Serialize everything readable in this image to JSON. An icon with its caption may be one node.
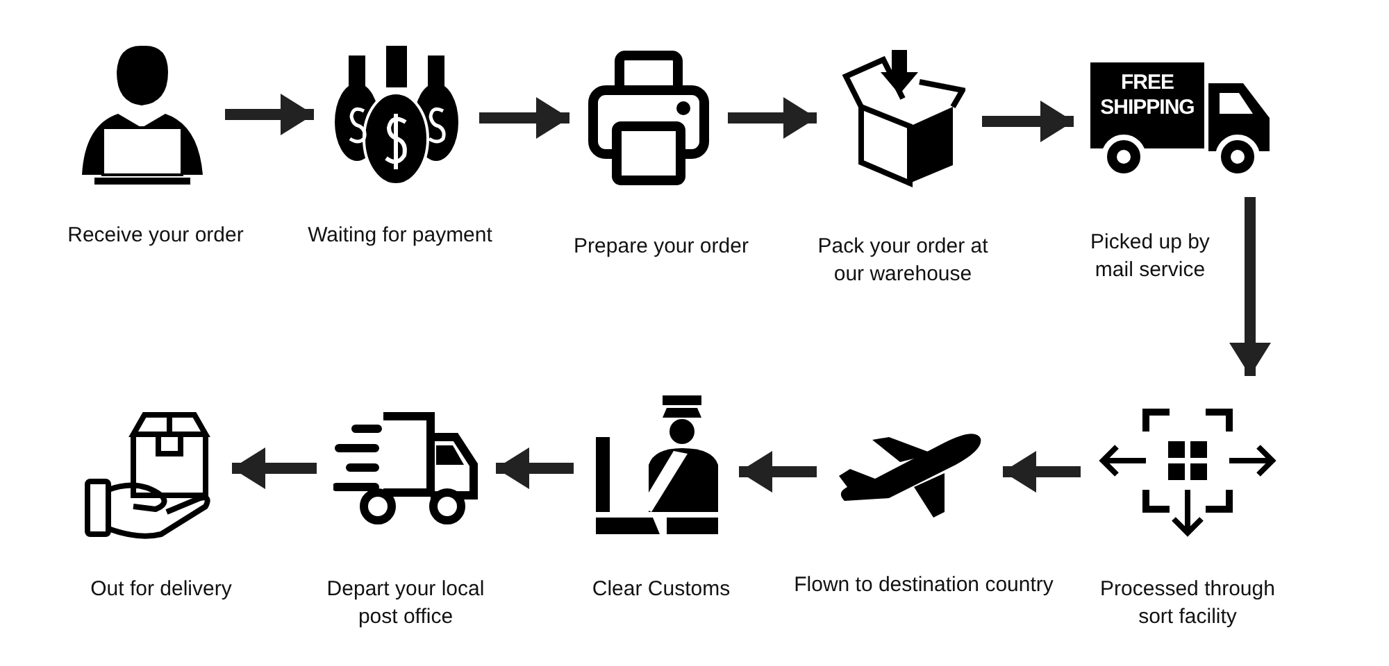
{
  "diagram": {
    "nodes": [
      {
        "text": [],
        "shape": "picture",
        "beside": [
          "Receive your order"
        ]
      },
      {
        "text": [],
        "shape": "picture",
        "beside": [
          "Waiting for payment"
        ]
      },
      {
        "text": [],
        "shape": "picture",
        "beside": [
          "Prepare your order"
        ]
      },
      {
        "text": [],
        "shape": "picture",
        "beside": [
          "Pack your order at our warehouse"
        ]
      },
      {
        "text": [
          "FREE SHIPPING"
        ],
        "beside": [
          "Picked up by mail service"
        ]
      },
      {
        "text": [],
        "shape": "picture",
        "beside": [
          "Processed through sort facility"
        ]
      },
      {
        "text": [],
        "shape": "picture",
        "beside": [
          "Flown to destination country"
        ]
      },
      {
        "text": [],
        "shape": "picture",
        "beside": [
          "Clear Customs"
        ]
      },
      {
        "text": [],
        "shape": "picture",
        "beside": [
          "Depart your local post office"
        ]
      },
      {
        "text": [],
        "shape": "picture",
        "beside": [
          "Out for delivery"
        ]
      }
    ],
    "edges": [
      {
        "from": 0,
        "to": 1,
        "arrow": "to"
      },
      {
        "from": 1,
        "to": 2,
        "arrow": "to"
      },
      {
        "from": 2,
        "to": 3,
        "arrow": "to"
      },
      {
        "from": 3,
        "to": 4,
        "arrow": "to"
      },
      {
        "from": 4,
        "to": 5,
        "arrow": "to"
      },
      {
        "from": 5,
        "to": 6,
        "arrow": "to"
      },
      {
        "from": 6,
        "to": 7,
        "arrow": "to"
      },
      {
        "from": 7,
        "to": 8,
        "arrow": "to"
      },
      {
        "from": 8,
        "to": 9,
        "arrow": "to"
      }
    ]
  }
}
